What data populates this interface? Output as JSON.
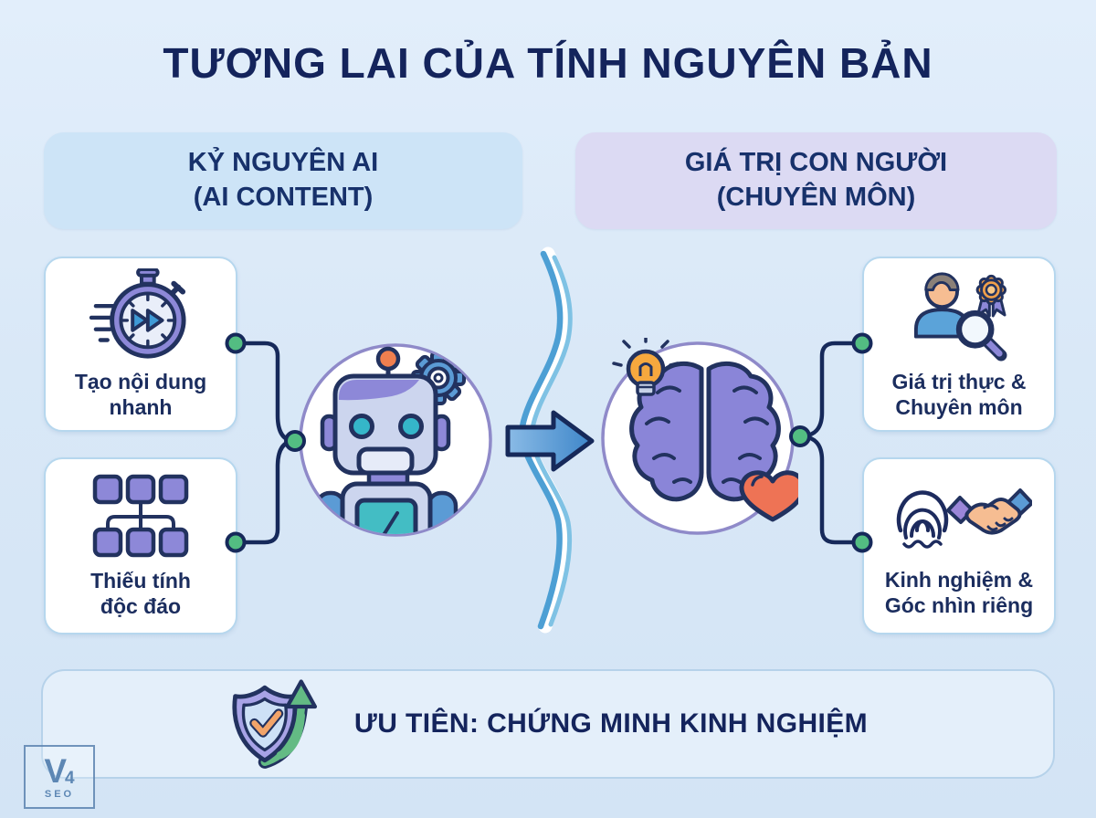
{
  "title": "TƯƠNG LAI CỦA TÍNH NGUYÊN BẢN",
  "columns": {
    "left": {
      "line1": "KỶ NGUYÊN AI",
      "line2": "(AI CONTENT)"
    },
    "right": {
      "line1": "GIÁ TRỊ CON NGƯỜI",
      "line2": "(CHUYÊN MÔN)"
    }
  },
  "cards": {
    "left": [
      {
        "line1": "Tạo nội dung",
        "line2": "nhanh",
        "icon": "fast-stopwatch-icon"
      },
      {
        "line1": "Thiếu tính",
        "line2": "độc đáo",
        "icon": "duplicate-blocks-icon"
      }
    ],
    "right": [
      {
        "line1": "Giá trị thực &",
        "line2": "Chuyên môn",
        "icon": "expert-person-magnifier-icon"
      },
      {
        "line1": "Kinh nghiệm &",
        "line2": "Góc nhìn riêng",
        "icon": "fingerprint-handshake-icon"
      }
    ]
  },
  "center": {
    "left_icon": "ai-robot-gear-icon",
    "right_icon": "creative-brain-bulb-heart-icon",
    "arrow_icon": "right-arrow-icon",
    "divider_icon": "wavy-divider"
  },
  "banner": {
    "text": "ƯU TIÊN: CHỨNG MINH KINH NGHIỆM",
    "icon": "shield-check-growth-icon"
  },
  "watermark": {
    "letter": "V",
    "number": "4",
    "word": "SEO"
  },
  "colors": {
    "background": "#d9e8f7",
    "navy_text": "#14245c",
    "outline_navy": "#22325f",
    "pill_left_bg": "#cde4f7",
    "pill_right_bg": "#dcdaf3",
    "card_border": "#b6d7ee",
    "connector_green": "#53bd82",
    "purple": "#8a85d8",
    "blue": "#4a9fd8",
    "teal": "#3fbcc9",
    "orange": "#f6a83e",
    "heart_red": "#ee7355",
    "circle_ring": "#8f8ac9",
    "wave_blue": "#58aad9",
    "watermark_blue": "#5d87b4"
  }
}
